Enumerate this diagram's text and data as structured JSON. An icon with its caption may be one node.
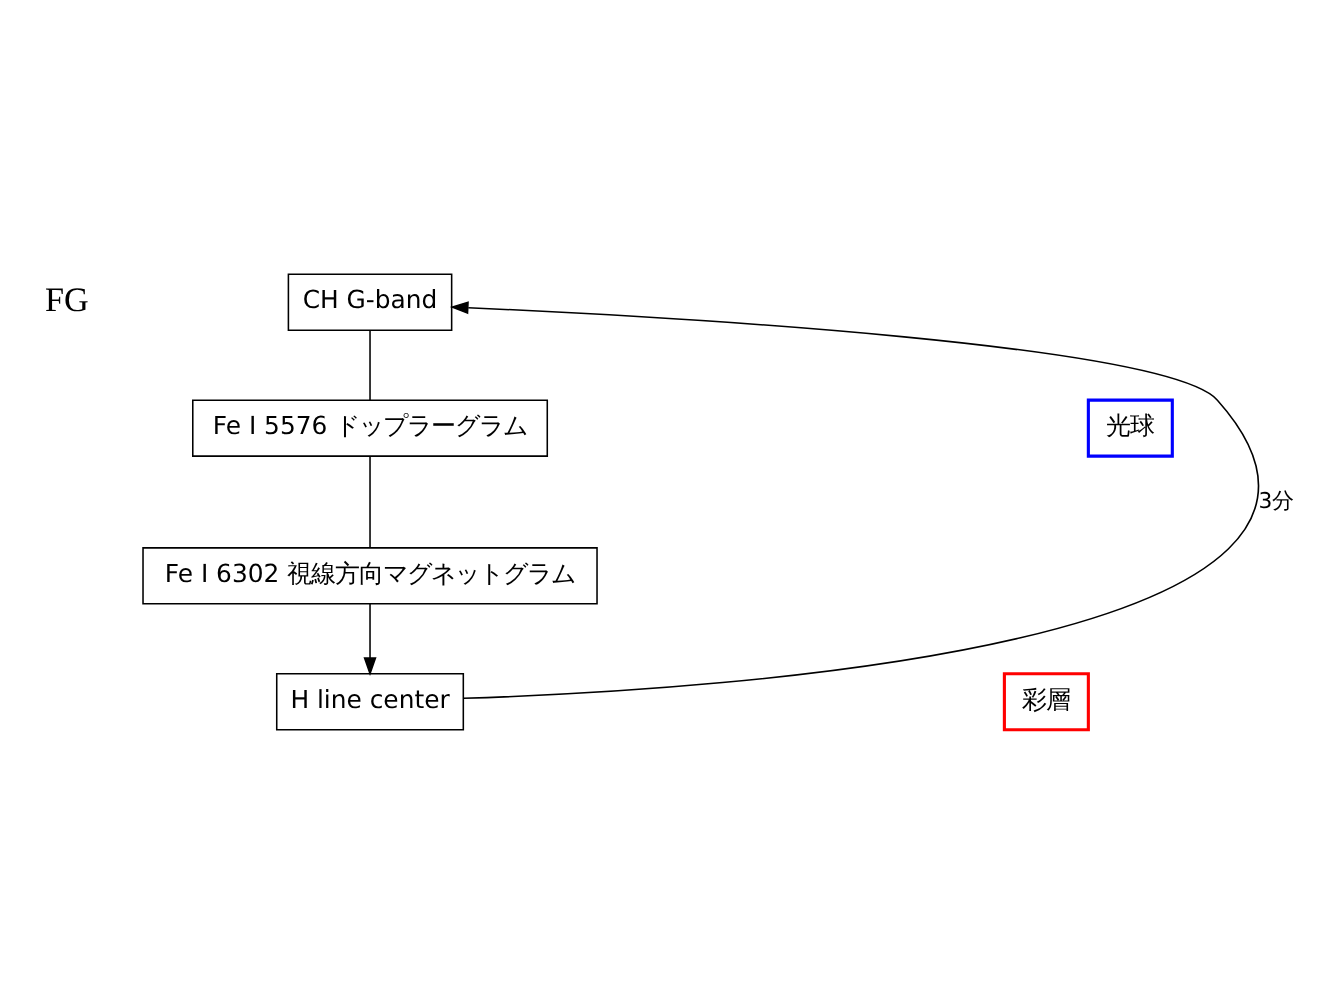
{
  "diagram": {
    "nodes": [
      {
        "text": [
          "CH G-band"
        ]
      },
      {
        "text": [
          "Fe I 5576 ドップラーグラム"
        ]
      },
      {
        "text": [
          "Fe I 6302 視線方向マグネットグラム"
        ]
      },
      {
        "text": [
          "H line center"
        ]
      },
      {
        "text": [
          "光球"
        ]
      },
      {
        "text": [
          "彩層"
        ]
      }
    ],
    "edges": [
      {
        "from": 0,
        "to": 1,
        "arrow": "none"
      },
      {
        "from": 1,
        "to": 2,
        "arrow": "none"
      },
      {
        "from": 2,
        "to": 3,
        "arrow": "to"
      },
      {
        "from": 3,
        "to": 0,
        "arrow": "to",
        "label": "3分"
      }
    ],
    "labels": [
      "FG"
    ]
  }
}
